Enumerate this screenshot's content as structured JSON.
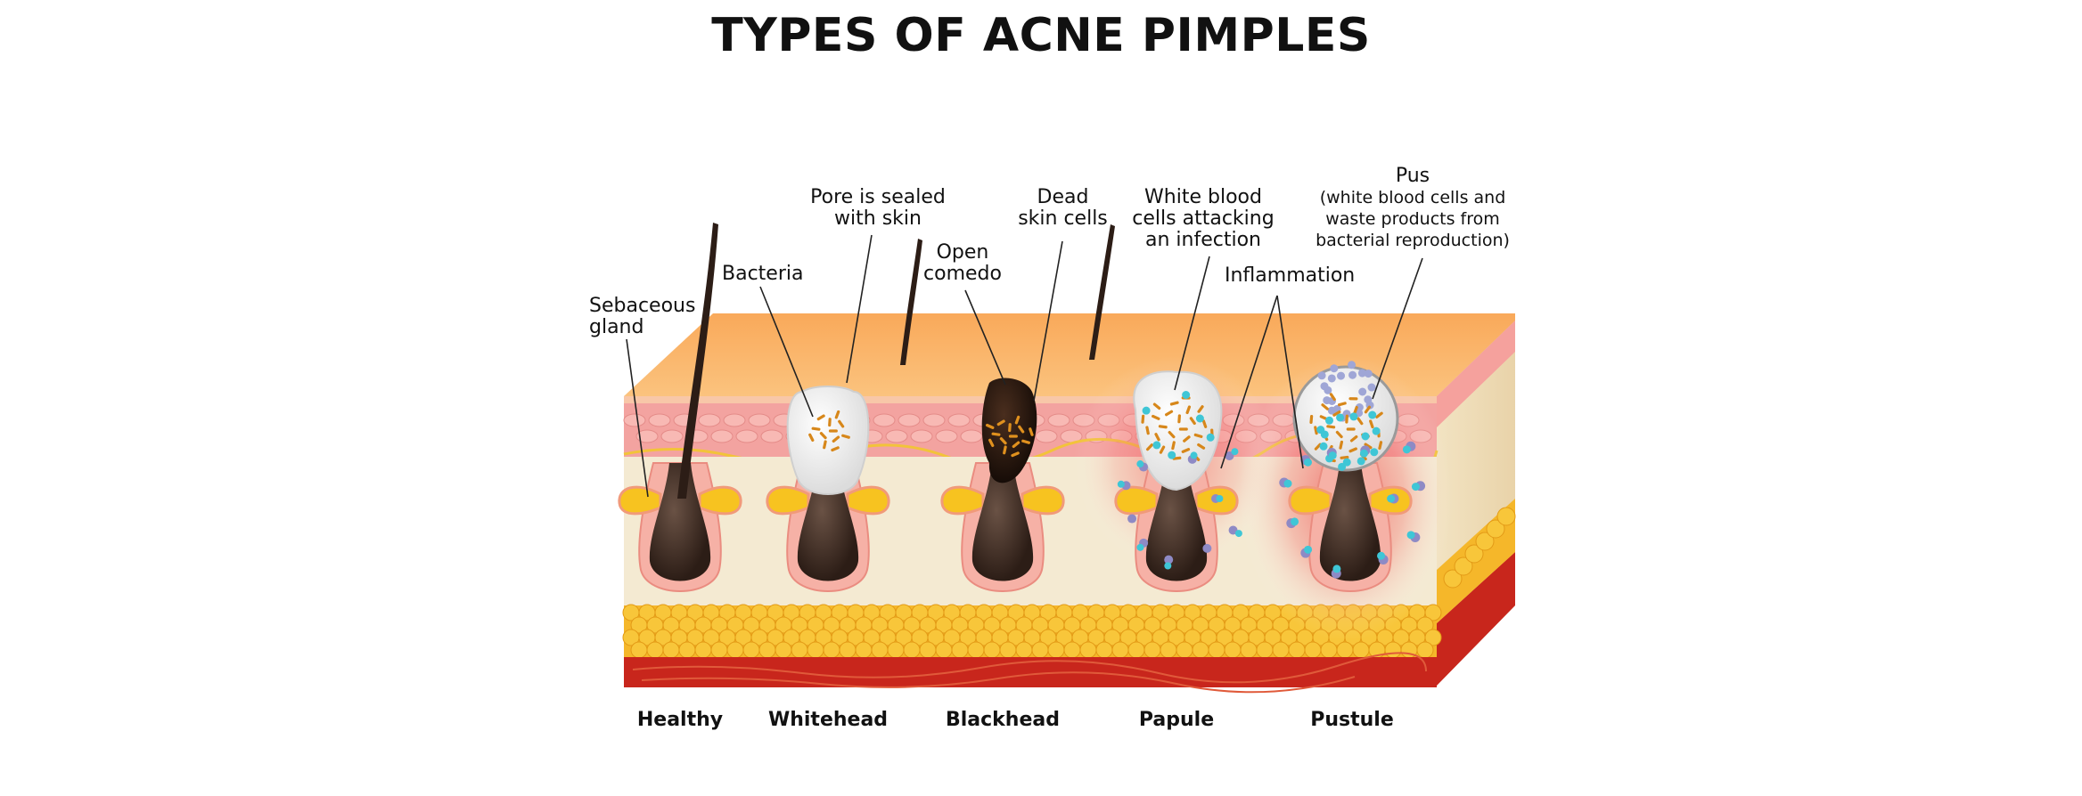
{
  "title": "TYPES OF ACNE PIMPLES",
  "labels": {
    "sebaceous_gland": [
      "Sebaceous",
      "gland"
    ],
    "bacteria": "Bacteria",
    "pore_sealed": [
      "Pore is sealed",
      "with skin"
    ],
    "open_comedo": [
      "Open",
      "comedo"
    ],
    "dead_skin_cells": [
      "Dead",
      "skin cells"
    ],
    "white_blood_cells": [
      "White blood",
      "cells attacking",
      "an infection"
    ],
    "inflammation": "Inflammation",
    "pus_title": "Pus",
    "pus_detail": [
      "(white blood cells and",
      "waste products from",
      "bacterial reproduction)"
    ]
  },
  "stages": [
    "Healthy",
    "Whitehead",
    "Blackhead",
    "Papule",
    "Pustule"
  ],
  "colors": {
    "skin_top": "#f7b06a",
    "skin_top_edge": "#fbcf94",
    "epidermis": "#f3a3a0",
    "dermis": "#f4ead2",
    "fat": "#f5b72a",
    "muscle": "#c8261c",
    "follicle": "#3b2a22",
    "gland": "#f7c320",
    "inflammation": "#f04b4b",
    "wbc": "#3fc6d6"
  }
}
